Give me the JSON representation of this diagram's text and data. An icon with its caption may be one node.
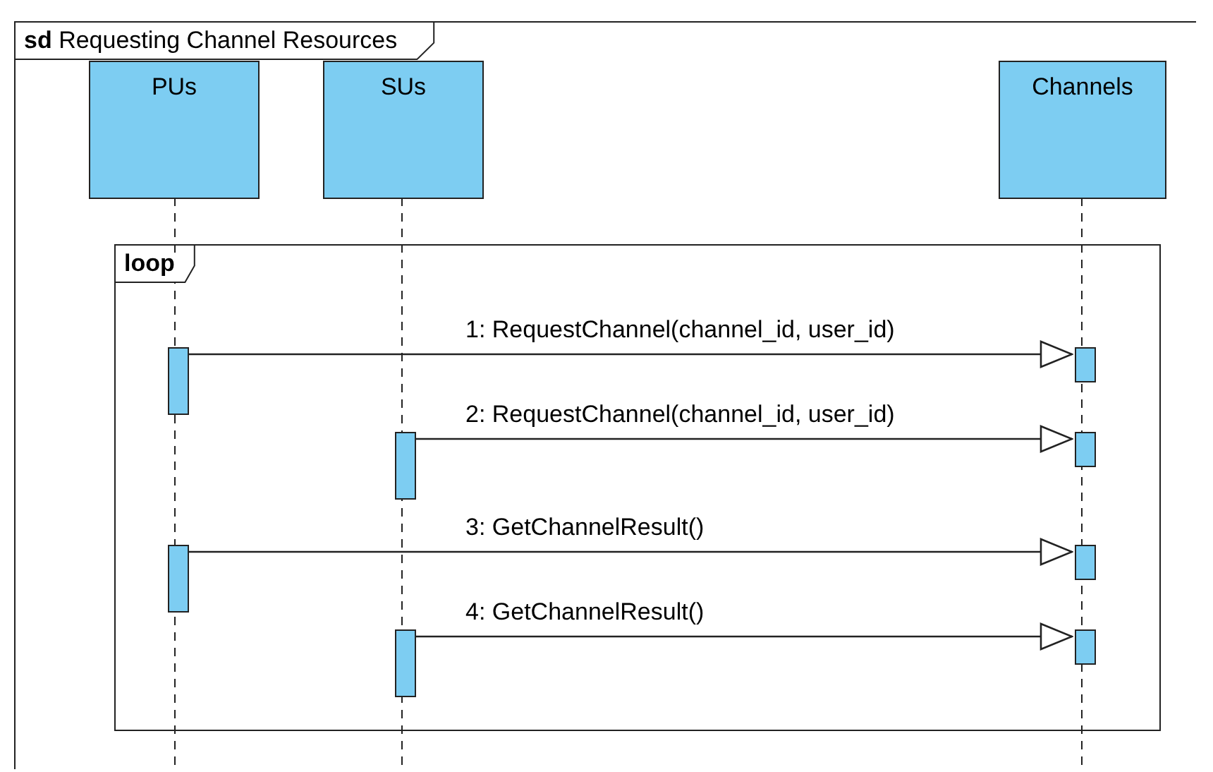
{
  "diagram": {
    "nodes": [
      {
        "text": [
          "**sd** Requesting Channel Resources"
        ]
      },
      {
        "text": [
          "PUs"
        ],
        "in": 0
      },
      {
        "text": [
          "SUs"
        ],
        "in": 0
      },
      {
        "text": [
          "Channels"
        ],
        "in": 0
      },
      {
        "text": [
          "loop"
        ],
        "in": 0
      },
      {
        "text": [],
        "shape": "bar",
        "in": 4
      },
      {
        "text": [],
        "shape": "bar",
        "in": 4
      },
      {
        "text": [],
        "shape": "bar",
        "in": 4
      },
      {
        "text": [],
        "shape": "bar",
        "in": 4
      },
      {
        "text": [],
        "shape": "bar",
        "in": 4
      },
      {
        "text": [],
        "shape": "bar",
        "in": 4
      },
      {
        "text": [],
        "shape": "bar",
        "in": 4
      },
      {
        "text": [],
        "shape": "bar",
        "in": 4
      }
    ],
    "edges": [
      {
        "from": 5,
        "to": 6,
        "arrow": "to",
        "label": "1: RequestChannel(channel_id, user_id)"
      },
      {
        "from": 7,
        "to": 8,
        "arrow": "to",
        "label": "2: RequestChannel(channel_id, user_id)"
      },
      {
        "from": 9,
        "to": 10,
        "arrow": "to",
        "label": "3: GetChannelResult()"
      },
      {
        "from": 11,
        "to": 12,
        "arrow": "to",
        "label": "4: GetChannelResult()"
      }
    ]
  }
}
